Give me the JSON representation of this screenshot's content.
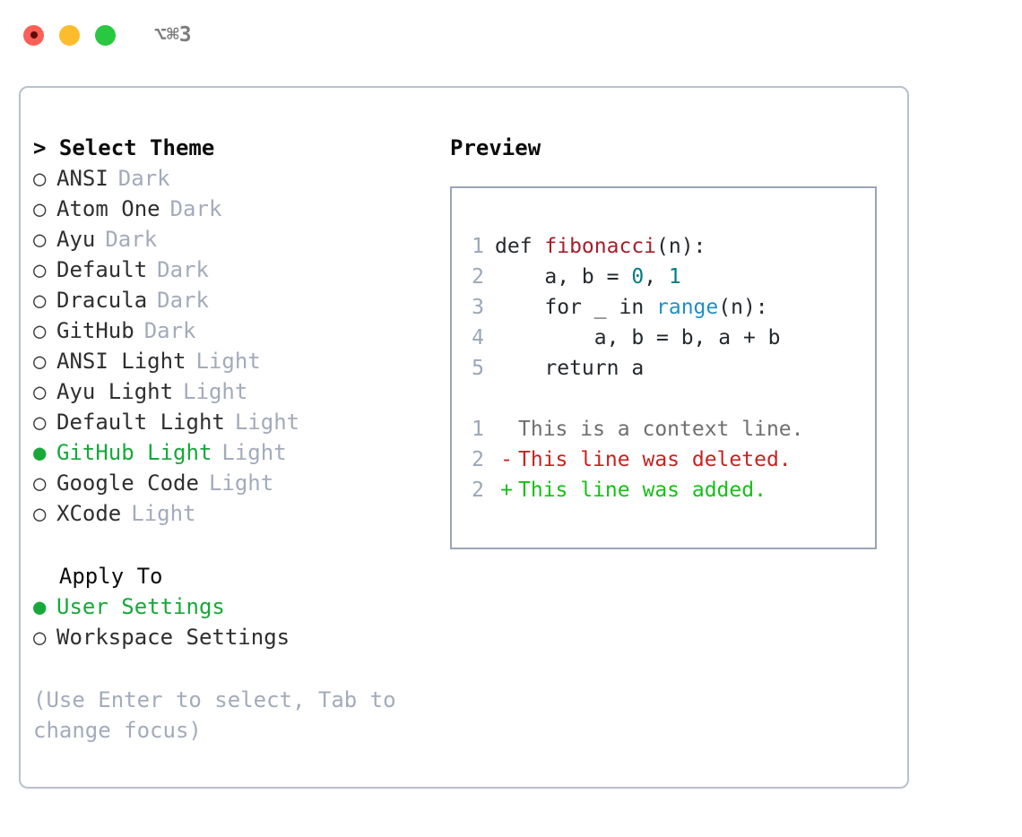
{
  "titlebar": {
    "shortcut": "⌥⌘3",
    "buttons": [
      {
        "name": "close",
        "color": "#fc5f57"
      },
      {
        "name": "minimize",
        "color": "#fdbc2e"
      },
      {
        "name": "zoom",
        "color": "#28c840"
      }
    ]
  },
  "theme_picker": {
    "header": "> Select Theme",
    "options": [
      {
        "bullet": "○",
        "label": "ANSI",
        "category": "Dark",
        "selected": false
      },
      {
        "bullet": "○",
        "label": "Atom One",
        "category": "Dark",
        "selected": false
      },
      {
        "bullet": "○",
        "label": "Ayu",
        "category": "Dark",
        "selected": false
      },
      {
        "bullet": "○",
        "label": "Default",
        "category": "Dark",
        "selected": false
      },
      {
        "bullet": "○",
        "label": "Dracula",
        "category": "Dark",
        "selected": false
      },
      {
        "bullet": "○",
        "label": "GitHub",
        "category": "Dark",
        "selected": false
      },
      {
        "bullet": "○",
        "label": "ANSI Light",
        "category": "Light",
        "selected": false
      },
      {
        "bullet": "○",
        "label": "Ayu Light",
        "category": "Light",
        "selected": false
      },
      {
        "bullet": "○",
        "label": "Default Light",
        "category": "Light",
        "selected": false
      },
      {
        "bullet": "●",
        "label": "GitHub Light",
        "category": "Light",
        "selected": true
      },
      {
        "bullet": "○",
        "label": "Google Code",
        "category": "Light",
        "selected": false
      },
      {
        "bullet": "○",
        "label": "XCode",
        "category": "Light",
        "selected": false
      }
    ]
  },
  "apply_to": {
    "header": "  Apply To",
    "options": [
      {
        "bullet": "●",
        "label": "User Settings",
        "selected": true
      },
      {
        "bullet": "○",
        "label": "Workspace Settings",
        "selected": false
      }
    ]
  },
  "hint": "(Use Enter to select, Tab to change focus)",
  "preview": {
    "title": "Preview",
    "code_lines": [
      {
        "no": "1",
        "segments": [
          {
            "text": "def ",
            "kind": "plain"
          },
          {
            "text": "fibonacci",
            "kind": "fn"
          },
          {
            "text": "(n):",
            "kind": "plain"
          }
        ]
      },
      {
        "no": "2",
        "segments": [
          {
            "text": "    a, b = ",
            "kind": "plain"
          },
          {
            "text": "0",
            "kind": "num"
          },
          {
            "text": ", ",
            "kind": "plain"
          },
          {
            "text": "1",
            "kind": "num"
          }
        ]
      },
      {
        "no": "3",
        "segments": [
          {
            "text": "    for _ in ",
            "kind": "plain"
          },
          {
            "text": "range",
            "kind": "builtin"
          },
          {
            "text": "(n):",
            "kind": "plain"
          }
        ]
      },
      {
        "no": "4",
        "segments": [
          {
            "text": "        a, b = b, a + b",
            "kind": "plain"
          }
        ]
      },
      {
        "no": "5",
        "segments": [
          {
            "text": "    return a",
            "kind": "plain"
          }
        ]
      }
    ],
    "diff_lines": [
      {
        "no": "1",
        "mark": " ",
        "text": "This is a context line.",
        "type": "context"
      },
      {
        "no": "2",
        "mark": "-",
        "text": "This line was deleted.",
        "type": "deleted"
      },
      {
        "no": "2",
        "mark": "+",
        "text": "This line was added.",
        "type": "added"
      }
    ]
  },
  "colors": {
    "accent_green": "#17a839",
    "muted": "#a3abba",
    "border": "#b9c0ce",
    "preview_border": "#9aa5b4",
    "fn": "#a71d2a",
    "num": "#007d80",
    "builtin": "#1f8fc4",
    "diff_add": "#14c214",
    "diff_del": "#c7231f"
  }
}
